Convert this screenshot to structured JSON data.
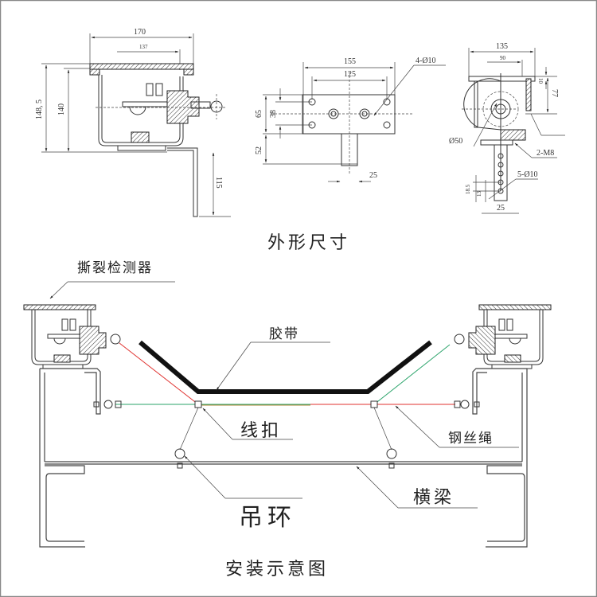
{
  "titles": {
    "outline_dimensions": "外形尺寸",
    "installation_diagram": "安装示意图"
  },
  "labels": {
    "tear_detector": "撕裂检测器",
    "belt": "胶带",
    "wire_clip": "线扣",
    "lifting_ring": "吊环",
    "wire_rope": "钢丝绳",
    "crossbeam": "横梁"
  },
  "front_view_dims": {
    "width_overall": "170",
    "width_inner": "137",
    "height_overall": "148, 5",
    "height_body": "140",
    "bracket_height": "115"
  },
  "plate_view_dims": {
    "width_overall": "155",
    "hole_spacing_x": "125",
    "holes_note": "4-Ø10",
    "height_plate": "65",
    "hole_spacing_y": "38",
    "stem_height": "52",
    "stem_width": "25"
  },
  "side_view_dims": {
    "width_overall": "135",
    "width_inner": "90",
    "top_offset": "10",
    "shaft_height": "77",
    "wheel_diameter": "Ø50",
    "screw_note": "2-M8",
    "holes_note": "5-Ø10",
    "hole_pitch_a": "18.5",
    "hole_pitch_b": "13",
    "strip_width": "25"
  },
  "colors": {
    "rope_red": "#e0322f",
    "rope_green": "#2aa36a",
    "belt": "#111111",
    "frame_border": "#888888"
  }
}
